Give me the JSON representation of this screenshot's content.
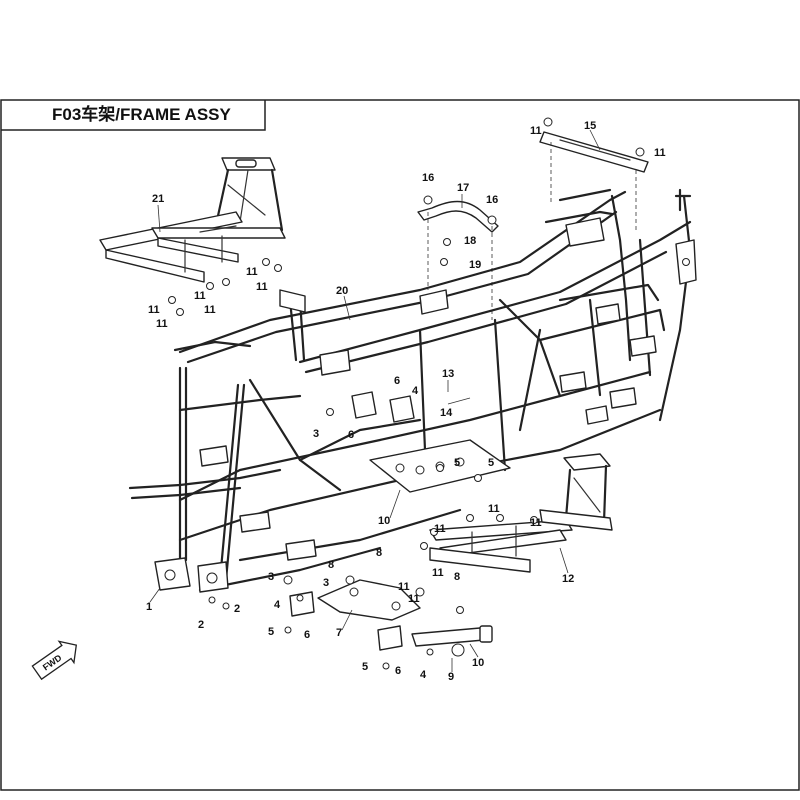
{
  "header": {
    "title": "F03车架/FRAME ASSY"
  },
  "direction_badge": {
    "label": "FWD"
  },
  "callouts": {
    "c1": "1",
    "c2a": "2",
    "c2b": "2",
    "c3a": "3",
    "c3b": "3",
    "c3c": "3",
    "c4a": "4",
    "c4b": "4",
    "c4c": "4",
    "c5a": "5",
    "c5b": "5",
    "c5c": "5",
    "c5d": "5",
    "c6a": "6",
    "c6b": "6",
    "c6c": "6",
    "c6d": "6",
    "c7": "7",
    "c8a": "8",
    "c8b": "8",
    "c8c": "8",
    "c9": "9",
    "c10a": "10",
    "c10b": "10",
    "c11a": "11",
    "c11b": "11",
    "c11c": "11",
    "c11d": "11",
    "c11e": "11",
    "c11f": "11",
    "c11g": "11",
    "c11h": "11",
    "c11i": "11",
    "c11j": "11",
    "c11k": "11",
    "c11l": "11",
    "c11m": "11",
    "c11n": "11",
    "c12": "12",
    "c13": "13",
    "c14": "14",
    "c15": "15",
    "c16a": "16",
    "c16b": "16",
    "c17": "17",
    "c18": "18",
    "c19": "19",
    "c20": "20",
    "c21": "21"
  }
}
